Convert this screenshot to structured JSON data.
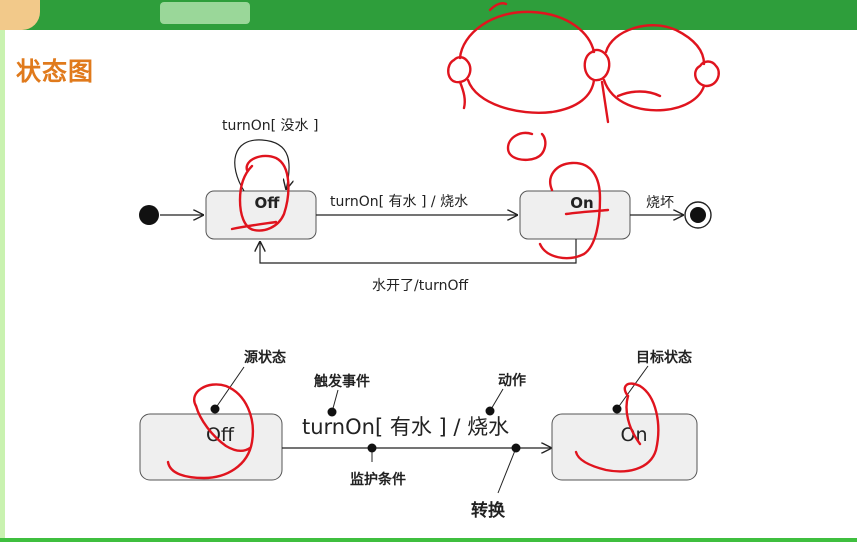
{
  "header": {
    "title": "状态图"
  },
  "diagram1": {
    "state_off": "Off",
    "state_on": "On",
    "self_loop_label": "turnOn[ 没水 ]",
    "transition_off_on": "turnOn[ 有水 ] / 烧水",
    "transition_on_off": "水开了/turnOff",
    "transition_on_final": "烧坏"
  },
  "diagram2": {
    "source_state": "Off",
    "target_state": "On",
    "transition_label": "turnOn[ 有水 ] / 烧水",
    "annotations": {
      "source_state": "源状态",
      "trigger_event": "触发事件",
      "action": "动作",
      "target_state": "目标状态",
      "guard_condition": "监护条件",
      "transition": "转换"
    }
  },
  "colors": {
    "header_bar": "#2e9e3b",
    "title": "#e07a1c",
    "state_fill": "#efefef",
    "ink": "#222222",
    "pen_annotation": "#e0141e"
  }
}
